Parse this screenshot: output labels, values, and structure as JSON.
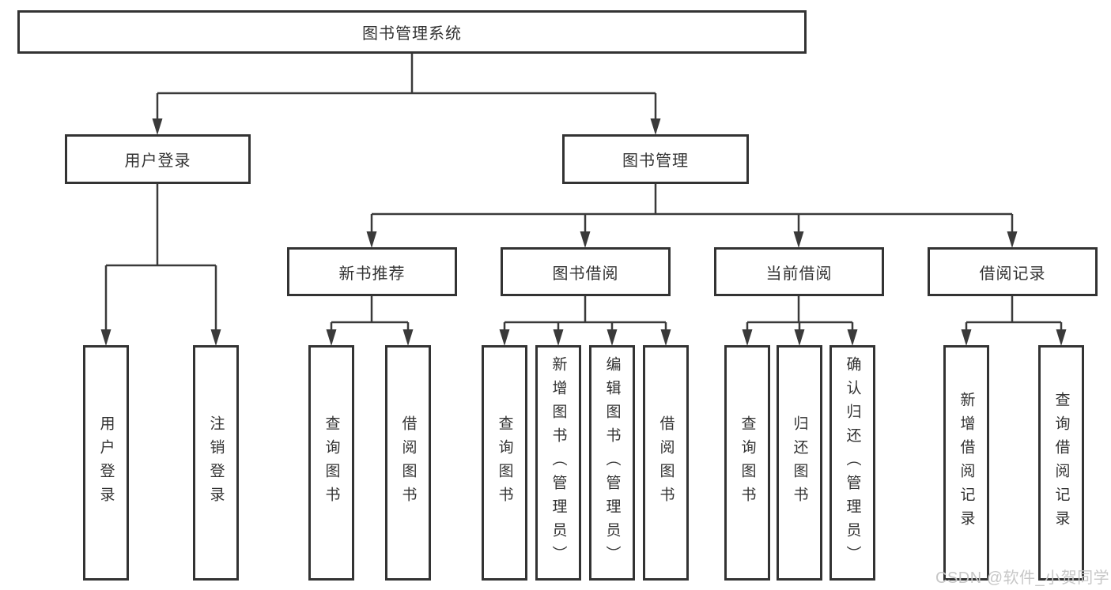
{
  "tree": {
    "root": {
      "label": "图书管理系统"
    },
    "children": [
      {
        "label": "用户登录",
        "children": [
          {
            "label": "用户登录"
          },
          {
            "label": "注销登录"
          }
        ]
      },
      {
        "label": "图书管理",
        "children": [
          {
            "label": "新书推荐",
            "children": [
              {
                "label": "查询图书"
              },
              {
                "label": "借阅图书"
              }
            ]
          },
          {
            "label": "图书借阅",
            "children": [
              {
                "label": "查询图书"
              },
              {
                "label": "新增图书（管理员）"
              },
              {
                "label": "编辑图书（管理员）"
              },
              {
                "label": "借阅图书"
              }
            ]
          },
          {
            "label": "当前借阅",
            "children": [
              {
                "label": "查询图书"
              },
              {
                "label": "归还图书"
              },
              {
                "label": "确认归还（管理员）"
              }
            ]
          },
          {
            "label": "借阅记录",
            "children": [
              {
                "label": "新增借阅记录"
              },
              {
                "label": "查询借阅记录"
              }
            ]
          }
        ]
      }
    ]
  },
  "watermark": {
    "text": "CSDN @软件_小贺同学"
  },
  "colors": {
    "line": "#3a3a3a",
    "box_border": "#333333",
    "text": "#333333",
    "background": "#ffffff",
    "watermark": "#c7c7c7"
  }
}
